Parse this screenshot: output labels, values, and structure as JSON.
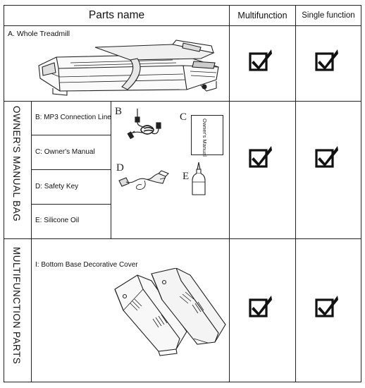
{
  "header": {
    "parts_name": "Parts name",
    "multifunction": "Multifunction",
    "single_function": "Single function"
  },
  "rows": {
    "whole_treadmill": {
      "label": "A. Whole Treadmill"
    },
    "owners_manual_bag": {
      "section_label": "OWNER'S MANUAL BAG",
      "items": [
        "B: MP3 Connection Line",
        "C: Owner's Manual",
        "D: Safety Key",
        "E: Silicone Oil"
      ],
      "diagram_letters": [
        "B",
        "C",
        "D",
        "E"
      ],
      "manual_cover_text": "Owner's Manual"
    },
    "multifunction_parts": {
      "section_label": "MULTIFUNCTION PARTS",
      "item": "I: Bottom Base Decorative Cover"
    }
  },
  "checkmark_icon": "checked-box-icon"
}
